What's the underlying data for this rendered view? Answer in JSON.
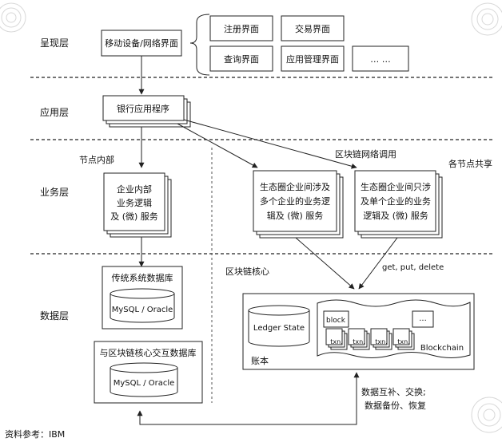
{
  "layers": {
    "presentation": "呈现层",
    "application": "应用层",
    "business": "业务层",
    "data": "数据层"
  },
  "presentation": {
    "device_box": "移动设备/网络界面",
    "screens": [
      "注册界面",
      "交易界面",
      "查询界面",
      "应用管理界面",
      "… …"
    ]
  },
  "application": {
    "bank_app": "银行应用程序"
  },
  "notes": {
    "node_internal": "节点内部",
    "blockchain_call": "区块链网络调用",
    "shared_nodes": "各节点共享",
    "blockchain_core": "区块链核心",
    "api_calls": "get, put, delete",
    "data_sync": [
      "数据互补、交换;",
      "数据备份、恢复"
    ],
    "source": "资料参考：IBM"
  },
  "business": {
    "internal_service": [
      "企业内部",
      "业务逻辑",
      "及 (微) 服务"
    ],
    "multi_enterprise": [
      "生态圈企业间涉及",
      "多个企业的业务逻",
      "辑及 (微) 服务"
    ],
    "single_enterprise": [
      "生态圈企业间只涉",
      "及单个企业的业务",
      "逻辑及 (微) 服务"
    ]
  },
  "data": {
    "legacy_db_title": "传统系统数据库",
    "legacy_db": "MySQL / Oracle",
    "interact_db_title": "与区块链核心交互数据库",
    "interact_db": "MySQL / Oracle",
    "ledger_label": "账本",
    "ledger_state": "Ledger State",
    "block": "block",
    "ellipsis": "...",
    "txn": "txn.",
    "blockchain": "Blockchain"
  }
}
